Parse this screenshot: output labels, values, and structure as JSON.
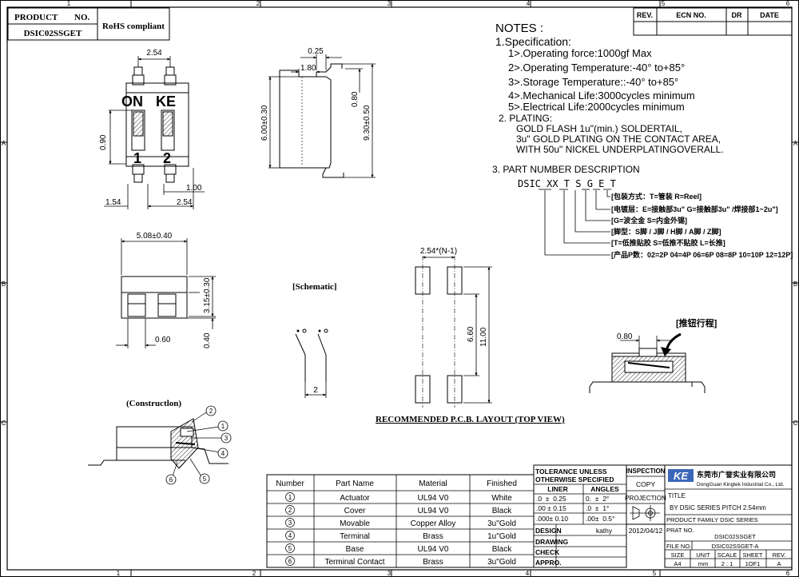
{
  "frame": {
    "top_ticks": [
      "1",
      "2",
      "3",
      "4",
      "5",
      "6"
    ],
    "bottom_ticks": [
      "1",
      "2",
      "3",
      "4",
      "5",
      "6"
    ],
    "left_ticks": [
      "A",
      "B",
      "C"
    ],
    "right_ticks": [
      "A",
      "B",
      "C"
    ]
  },
  "product_box": {
    "label_product": "PRODUCT",
    "label_no": "NO.",
    "part_number": "DSIC02SSGET",
    "rohs": "RoHS compliant"
  },
  "revision_table": {
    "rev": "REV.",
    "ecn": "ECN NO.",
    "dr": "DR",
    "date": "DATE"
  },
  "notes": {
    "title": "NOTES :",
    "spec_heading": "1.Specification:",
    "spec_items": [
      "1>.Operating force:1000gf Max",
      "2>.Operating Temperature:-40° to+85°",
      "3>.Storage Temperature::-40° to+85°",
      "4>.Mechanical Life:3000cycles minimum",
      "5>.Electrical Life:2000cycles minimum"
    ],
    "plating_heading": "2. PLATING:",
    "plating_lines": [
      "GOLD FLASH 1u\"(min.) SOLDERTAIL,",
      "3u\" GOLD PLATING  ON THE CONTACT AREA,",
      "WITH 50u\" NICKEL UNDERPLATINGOVERALL."
    ],
    "pn_heading": "3. PART NUMBER DESCRIPTION",
    "pn_code": "DSIC XX T S G E T",
    "pn_items": [
      "[包装方式：T=管装  R=Reel]",
      "[电镀层：E=接触部3u\" G=接触部3u\" /焊接部1~2u\"]",
      "[G=波全金  S=内金外锡]",
      "[脚型：S脚 / J脚 / H脚 / A脚 / Z脚]",
      "[T=低推贴胶  S=低推不贴胶 L=长推]",
      "[产品P数：02=2P 04=4P 06=6P 08=8P 10=10P 12=12P]"
    ]
  },
  "top_view": {
    "on_label": "ON",
    "ke_label": "KE",
    "pos1": "1",
    "pos2": "2",
    "dim_pitch": "2.54",
    "dim_height": "0.90",
    "dim_1_00": "1.00",
    "dim_1_54": "1.54",
    "dim_2_54b": "2.54"
  },
  "side_view": {
    "dim_0_25": "0.25",
    "dim_1_80": "1.80",
    "dim_0_80": "0.80",
    "dim_6_00": "6.00±0.30",
    "dim_9_30": "9.30±0.50"
  },
  "front_view": {
    "dim_width": "5.08±0.40",
    "dim_3_15": "3.15±0.30",
    "dim_0_60": "0.60",
    "dim_0_40": "0.40"
  },
  "schematic": {
    "title": "[Schematic]",
    "dim": "2"
  },
  "pcb": {
    "dim_top": "2.54*(N-1)",
    "dim_6_60": "6.60",
    "dim_11_00": "11.00",
    "caption": "RECOMMENDED P.C.B. LAYOUT (TOP VIEW)"
  },
  "push": {
    "title": "[推钮行程]",
    "dim": "0.80"
  },
  "construction": {
    "title": "(Constructlon)",
    "callouts": [
      "1",
      "2",
      "3",
      "4",
      "5",
      "6"
    ]
  },
  "bom": {
    "headers": [
      "Number",
      "Part Name",
      "Material",
      "Finished"
    ],
    "rows": [
      {
        "num": "1",
        "name": "Actuator",
        "material": "UL94 V0",
        "finish": "White"
      },
      {
        "num": "2",
        "name": "Cover",
        "material": "UL94 V0",
        "finish": "Black"
      },
      {
        "num": "3",
        "name": "Movable",
        "material": "Copper Alloy",
        "finish": "3u\"Gold"
      },
      {
        "num": "4",
        "name": "Terminal",
        "material": "Brass",
        "finish": "1u\"Gold"
      },
      {
        "num": "5",
        "name": "Base",
        "material": "UL94 V0",
        "finish": "Black"
      },
      {
        "num": "6",
        "name": "Terminal Contact",
        "material": "Brass",
        "finish": "3u\"Gold"
      }
    ]
  },
  "tolerance": {
    "title1": "TOLERANCE UNLESS",
    "title2": "OTHERWISE SPECIFIED",
    "liner": "LINER",
    "angles": "ANGLES",
    "rows": [
      {
        "lin": ".0  ±  0.25",
        "ang": "0.  ±  2°"
      },
      {
        "lin": ".00 ± 0.15",
        "ang": ".0  ±  1°"
      },
      {
        "lin": ".000± 0.10",
        "ang": ".00±  0.5°"
      }
    ]
  },
  "inspection": {
    "inspection": "INSPECTION",
    "copy": "COPY",
    "projection": "PROJECTION"
  },
  "signoff": {
    "design": "DESIGN",
    "designer": "kathy",
    "date": "2012/04/12",
    "drawing": "DRAWING",
    "check": "CHECK",
    "appro": "APPRO."
  },
  "company": {
    "logo": "KE",
    "name_cn": "东莞市广誉实业有限公司",
    "name_en": "DongGuan Kingtek Industrial Co., Ltd."
  },
  "title_block": {
    "title_label": "TITLE",
    "title": "BY DSIC SERIES PITCH 2.54mm",
    "family": "PRODUCT FAMILY DSIC SERIES",
    "prat_label": "PRAT NO.",
    "prat_no": "DSIC02SSGET",
    "file_label": "FILE NO.",
    "file_no": "DSIC02SSGET-A",
    "size_h": "SIZE",
    "unit_h": "UNIT",
    "scale_h": "SCALE",
    "sheet_h": "SHEET",
    "rev_h": "REV.",
    "size": "A4",
    "unit": "mm",
    "scale": "2 : 1",
    "sheet": "1OF1",
    "rev": "A"
  }
}
